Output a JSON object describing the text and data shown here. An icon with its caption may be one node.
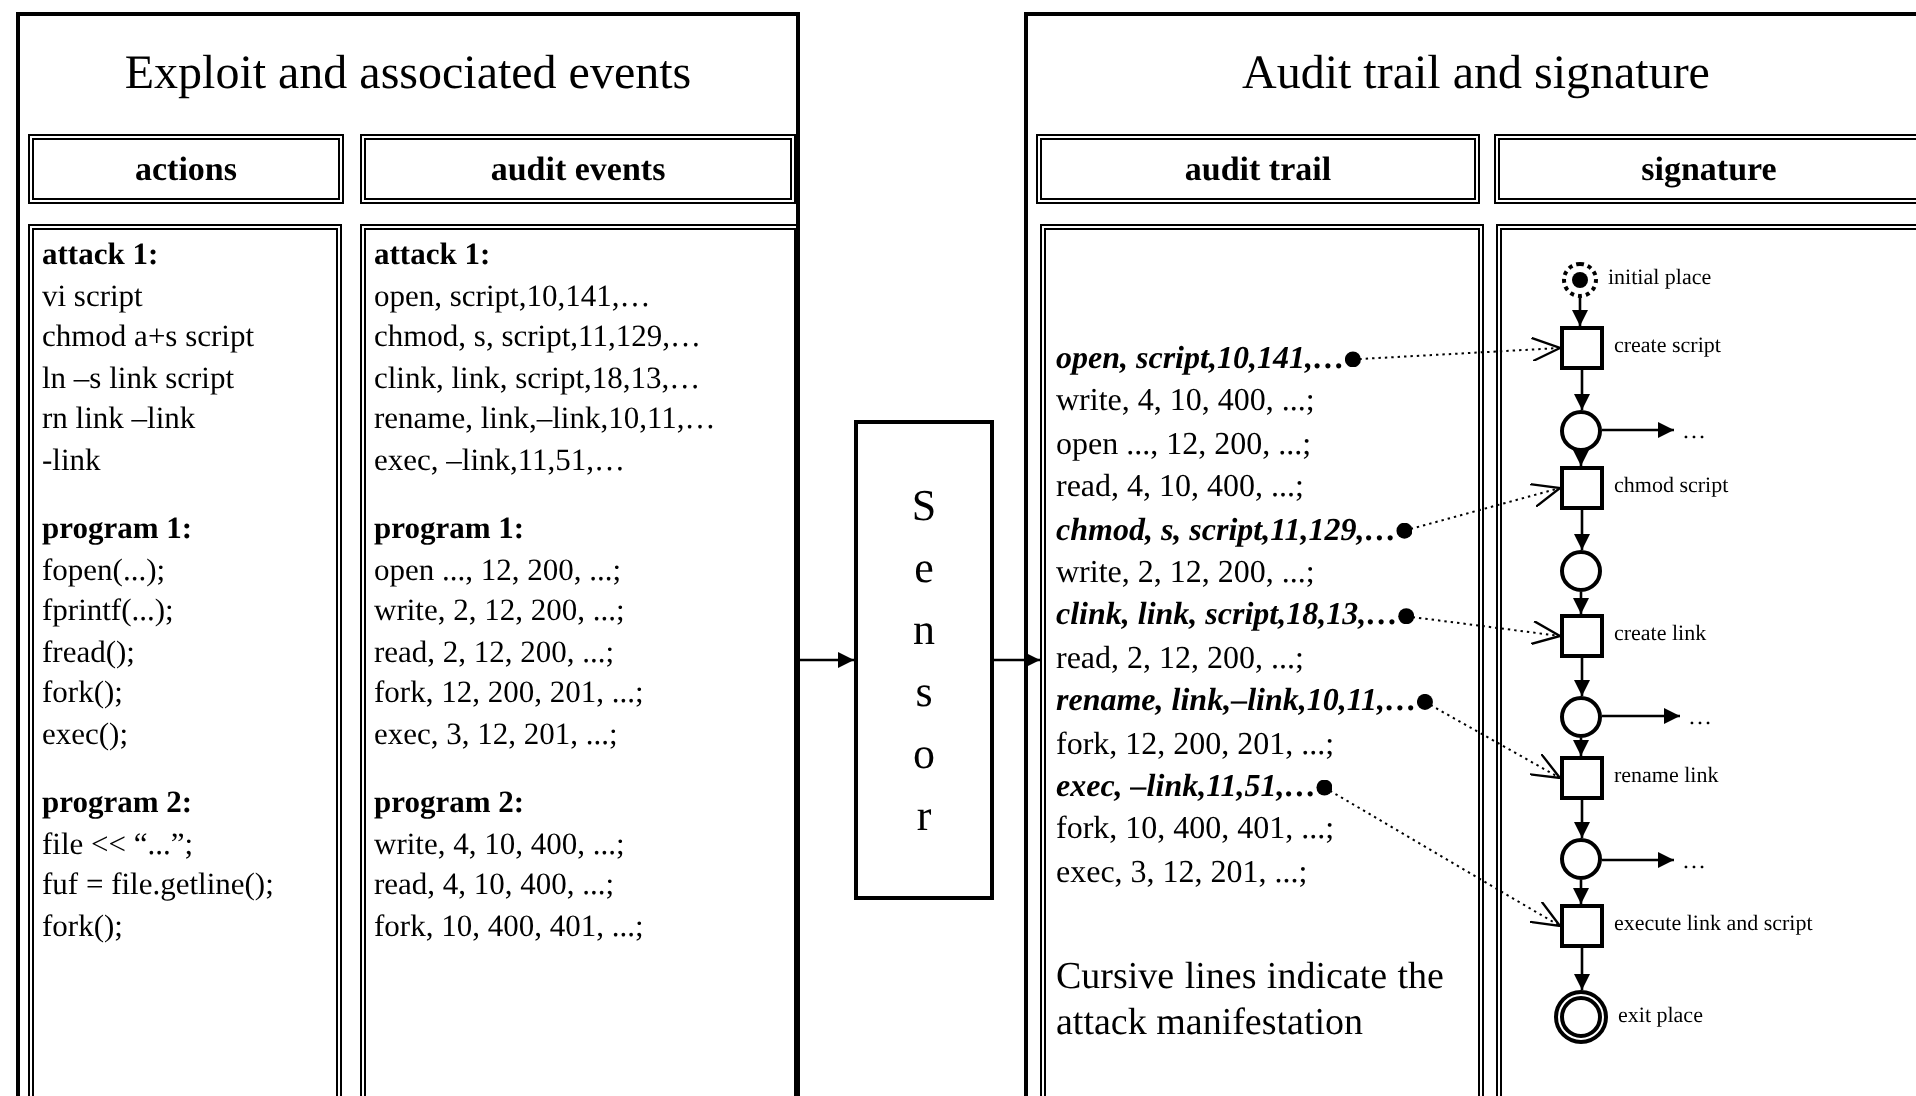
{
  "diagram": {
    "nodes": [
      {
        "text": [
          "Exploit and associated events"
        ]
      },
      {
        "text": [
          "actions"
        ],
        "in": 0
      },
      {
        "text": [
          "audit events"
        ],
        "in": 0
      },
      {
        "text": [
          "attack 1:",
          "vi script",
          "chmod a+s script",
          "ln –s link script",
          "rn link –link",
          "-link",
          "program 1:",
          "fopen(...);",
          "fprintf(...);",
          "fread();",
          "fork();",
          "exec();",
          "program 2:",
          "file << “...”;",
          "fuf = file.getline();",
          "fork();"
        ],
        "in": 0
      },
      {
        "text": [
          "attack 1:",
          "open, script,10,141,…",
          "chmod, s, script,11,129,…",
          "clink, link, script,18,13,…",
          "rename, link,–link,10,11,…",
          "exec, –link,11,51,…",
          "program 1:",
          "open ..., 12, 200, ...;",
          "write, 2, 12, 200, ...;",
          "read, 2, 12, 200, ...;",
          "fork, 12, 200, 201, ...;",
          "exec, 3, 12, 201, ...;",
          "program 2:",
          "write, 4, 10, 400, ...;",
          "read, 4, 10, 400, ...;",
          "fork, 10, 400, 401, ...;"
        ],
        "in": 0
      },
      {
        "text": [
          "Sensor"
        ]
      },
      {
        "text": [
          "Audit trail and signature"
        ]
      },
      {
        "text": [
          "audit trail"
        ],
        "in": 6
      },
      {
        "text": [
          "signature"
        ],
        "in": 6
      },
      {
        "text": [
          "write, 4, 10, 400, ...;",
          "open ..., 12, 200, ...;",
          "read, 4, 10, 400, ...;",
          "write, 2, 12, 200, ...;",
          "read, 2, 12, 200, ...;",
          "fork, 12, 200, 201, ...;",
          "fork, 10, 400, 401, ...;",
          "exec, 3, 12, 201, ...;",
          "Cursive lines indicate the attack manifestation"
        ],
        "in": 6
      },
      {
        "text": [],
        "shape": "box",
        "in": 6
      },
      {
        "text": [
          "open, script,10,141,…"
        ],
        "in": 9
      },
      {
        "text": [
          "chmod, s, script,11,129,…"
        ],
        "in": 9
      },
      {
        "text": [
          "clink, link, script,18,13,…"
        ],
        "in": 9
      },
      {
        "text": [
          "rename, link,–link,10,11,…"
        ],
        "in": 9
      },
      {
        "text": [
          "exec, –link,11,51,…"
        ],
        "in": 9
      },
      {
        "text": [],
        "shape": "circle",
        "beside": [
          "initial place"
        ],
        "in": 10
      },
      {
        "text": [],
        "shape": "box",
        "beside": [
          "create script"
        ],
        "in": 10
      },
      {
        "text": [],
        "shape": "circle",
        "in": 10
      },
      {
        "text": [
          "…"
        ],
        "in": 10
      },
      {
        "text": [],
        "shape": "box",
        "beside": [
          "chmod script"
        ],
        "in": 10
      },
      {
        "text": [],
        "shape": "circle",
        "in": 10
      },
      {
        "text": [],
        "shape": "box",
        "beside": [
          "create link"
        ],
        "in": 10
      },
      {
        "text": [],
        "shape": "circle",
        "in": 10
      },
      {
        "text": [
          "…"
        ],
        "in": 10
      },
      {
        "text": [],
        "shape": "box",
        "beside": [
          "rename link"
        ],
        "in": 10
      },
      {
        "text": [],
        "shape": "circle",
        "in": 10
      },
      {
        "text": [
          "…"
        ],
        "in": 10
      },
      {
        "text": [],
        "shape": "box",
        "beside": [
          "execute link and script"
        ],
        "in": 10
      },
      {
        "text": [],
        "shape": "circle",
        "beside": [
          "exit place"
        ],
        "in": 10
      }
    ],
    "edges": [
      {
        "from": 0,
        "to": 5,
        "arrow": "to"
      },
      {
        "from": 5,
        "to": 9,
        "arrow": "to"
      },
      {
        "from": 16,
        "to": 17,
        "arrow": "to"
      },
      {
        "from": 17,
        "to": 18,
        "arrow": "to"
      },
      {
        "from": 18,
        "to": 19,
        "arrow": "to"
      },
      {
        "from": 18,
        "to": 20,
        "arrow": "to"
      },
      {
        "from": 20,
        "to": 21,
        "arrow": "to"
      },
      {
        "from": 21,
        "to": 22,
        "arrow": "to"
      },
      {
        "from": 22,
        "to": 23,
        "arrow": "to"
      },
      {
        "from": 23,
        "to": 24,
        "arrow": "to"
      },
      {
        "from": 23,
        "to": 25,
        "arrow": "to"
      },
      {
        "from": 25,
        "to": 26,
        "arrow": "to"
      },
      {
        "from": 26,
        "to": 27,
        "arrow": "to"
      },
      {
        "from": 26,
        "to": 28,
        "arrow": "to"
      },
      {
        "from": 28,
        "to": 29,
        "arrow": "to"
      },
      {
        "from": 11,
        "to": 17,
        "arrow": "to",
        "style": "dashed"
      },
      {
        "from": 12,
        "to": 20,
        "arrow": "to",
        "style": "dashed"
      },
      {
        "from": 13,
        "to": 22,
        "arrow": "to",
        "style": "dashed"
      },
      {
        "from": 14,
        "to": 25,
        "arrow": "to",
        "style": "dashed"
      },
      {
        "from": 15,
        "to": 28,
        "arrow": "to",
        "style": "dashed"
      }
    ]
  }
}
